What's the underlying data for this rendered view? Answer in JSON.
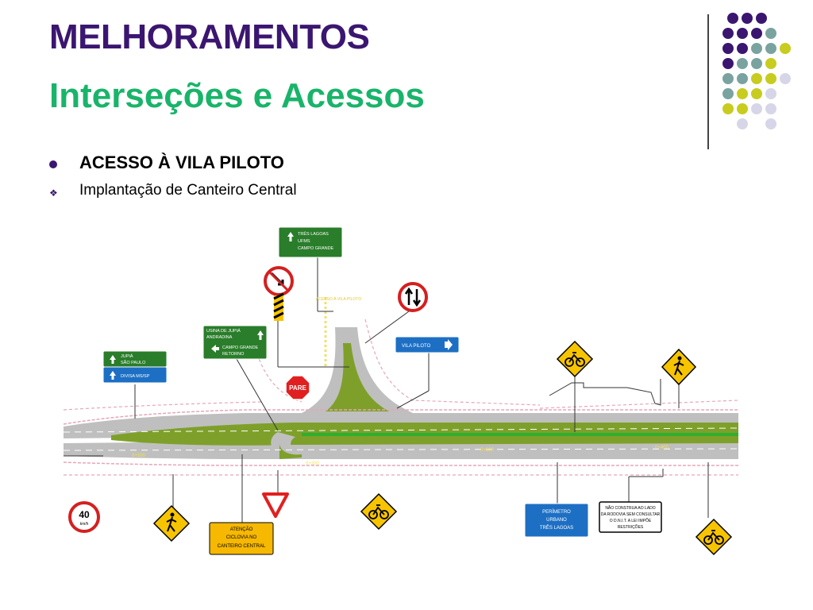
{
  "slide": {
    "title": "MELHORAMENTOS",
    "subtitle": "Interseções e Acessos",
    "bullet_main": "ACESSO À VILA PILOTO",
    "bullet_sub": "Implantação de Canteiro Central",
    "colors": {
      "purple": "#3b1670",
      "green": "#19b46a",
      "teal": "#7aa3a0",
      "yellow": "#c8cc1e",
      "lavender": "#d6d6e8"
    }
  },
  "diagram": {
    "sign_tres_lagoas": [
      "TRÊS LAGOAS",
      "UFMS",
      "CAMPO GRANDE"
    ],
    "sign_acesso": "ACESSO À VILA PILOTO",
    "sign_usina": [
      "USINA DE JUPIÁ",
      "ANDRADINA",
      "CAMPO GRANDE",
      "RETORNO"
    ],
    "sign_jupia": [
      "JUPIÁ",
      "SÃO PAULO"
    ],
    "sign_divisa": "DIVISA MS/SP",
    "sign_vila_piloto": "VILA PILOTO",
    "sign_pare": "PARE",
    "sign_speed": "40",
    "sign_speed_unit": "km/h",
    "sign_atencao": [
      "ATENÇÃO",
      "CICLOVIA NO",
      "CANTEIRO CENTRAL"
    ],
    "sign_perimetro": [
      "PERÍMETRO",
      "URBANO",
      "TRÊS LAGOAS"
    ],
    "sign_nao_construa": [
      "NÃO CONSTRUA AO LADO",
      "DA RODOVIA SEM CONSULTAR",
      "O D.N.I.T. A LEI IMPÕE",
      "RESTRIÇÕES"
    ],
    "stations": [
      "0+100",
      "0+200",
      "0+300",
      "0+400"
    ]
  }
}
